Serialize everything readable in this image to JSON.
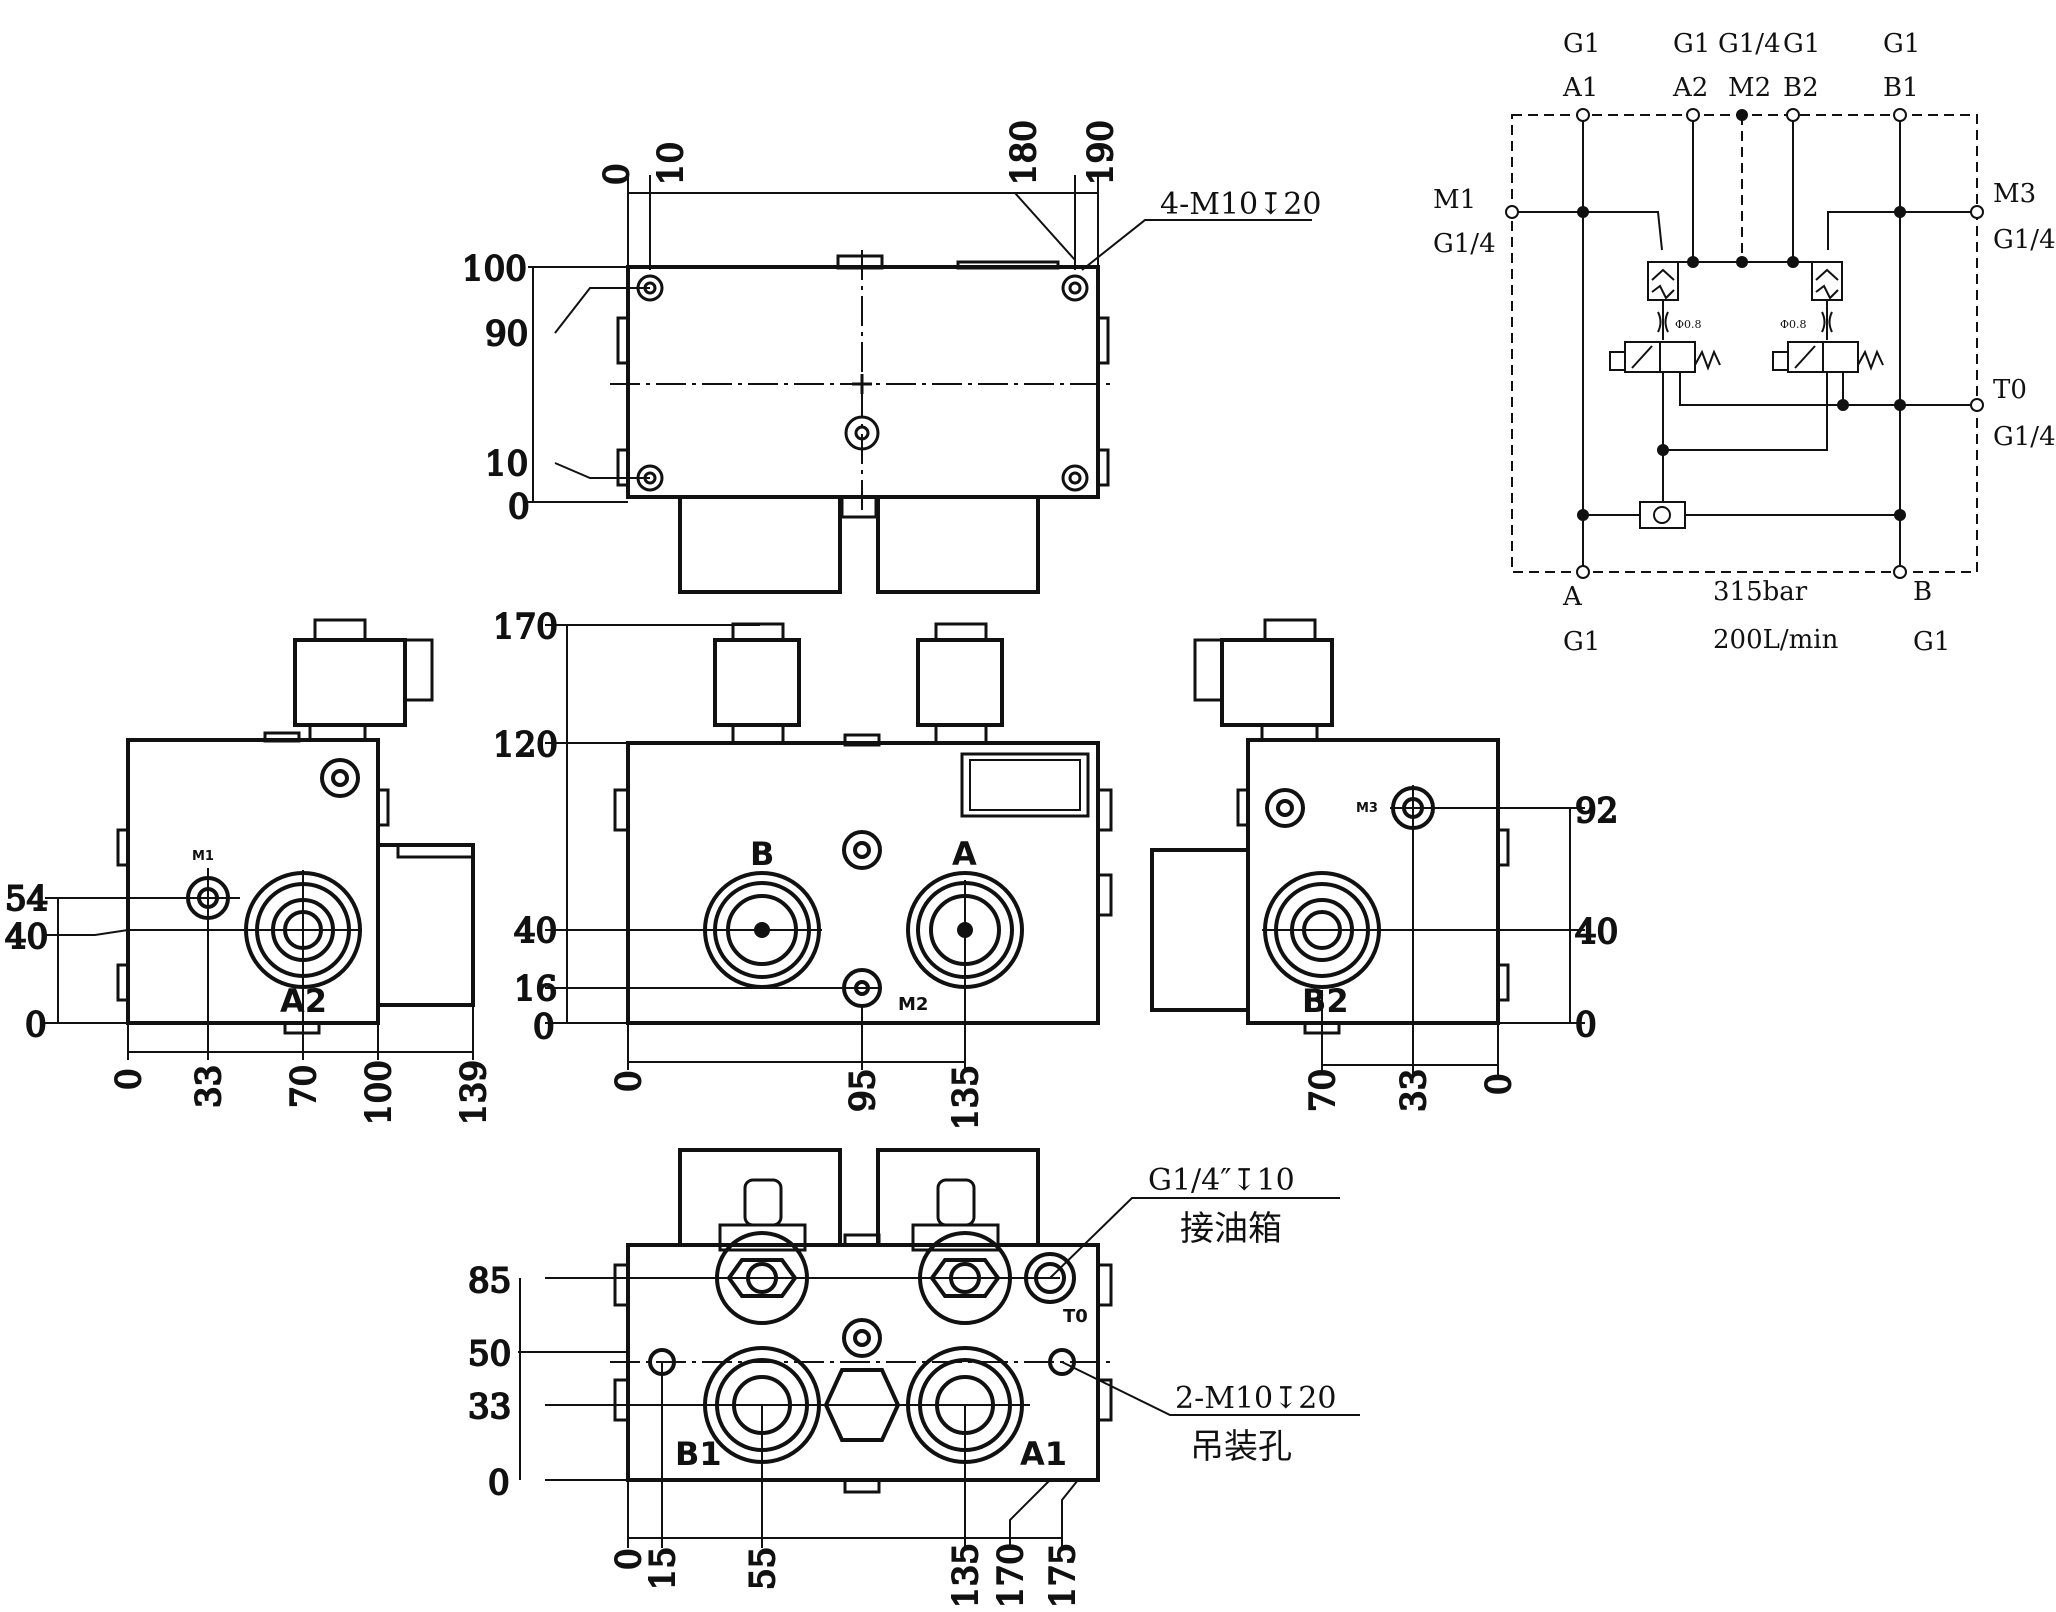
{
  "top_view": {
    "x_dims": [
      "0",
      "10",
      "180",
      "190"
    ],
    "y_dims": [
      "100",
      "90",
      "10",
      "0"
    ],
    "thread_note": "4-M10↧20"
  },
  "front_view": {
    "y_dims": [
      "170",
      "120",
      "40",
      "16",
      "0"
    ],
    "x_dims": [
      "0",
      "95",
      "135"
    ],
    "port_b": "B",
    "port_a": "A",
    "port_m2": "M2"
  },
  "left_view": {
    "y_dims": [
      "54",
      "40",
      "0"
    ],
    "x_dims": [
      "0",
      "33",
      "70",
      "100",
      "139"
    ],
    "port": "A2",
    "port_m1": "M1"
  },
  "right_view": {
    "y_dims": [
      "92",
      "40",
      "0"
    ],
    "x_dims": [
      "70",
      "33",
      "0"
    ],
    "port": "B2",
    "port_m3": "M3"
  },
  "bottom_view": {
    "y_dims": [
      "85",
      "50",
      "33",
      "0"
    ],
    "x_dims": [
      "0",
      "15",
      "55",
      "135",
      "170",
      "175"
    ],
    "port_b1": "B1",
    "port_a1": "A1",
    "port_t0": "T0",
    "tank_thread": "G1/4″↧10",
    "tank_note": "接油箱",
    "lift_thread": "2-M10↧20",
    "lift_note": "吊装孔"
  },
  "schematic": {
    "top_threads": [
      "G1",
      "G1",
      "G1/4",
      "G1",
      "G1"
    ],
    "top_ports": [
      "A1",
      "A2",
      "M2",
      "B2",
      "B1"
    ],
    "m1": "M1",
    "m1_thread": "G1/4",
    "m3": "M3",
    "m3_thread": "G1/4",
    "t0": "T0",
    "t0_thread": "G1/4",
    "port_a": "A",
    "port_a_thread": "G1",
    "port_b": "B",
    "port_b_thread": "G1",
    "pressure": "315bar",
    "flow": "200L/min",
    "orifice": "Φ0.8"
  }
}
